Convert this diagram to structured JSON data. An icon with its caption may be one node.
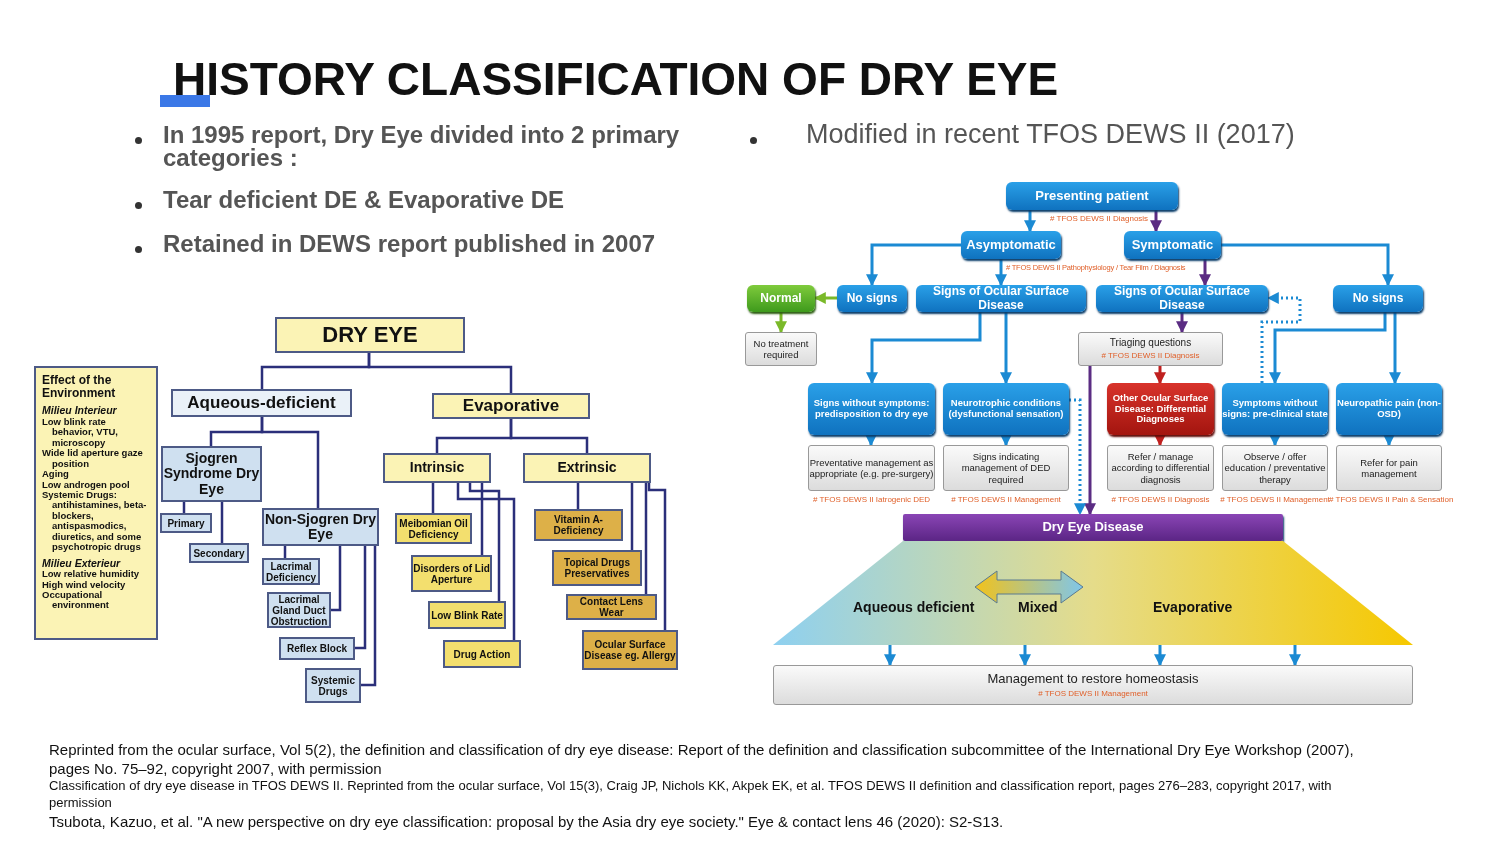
{
  "diagram": {
    "title": "HISTORY CLASSIFICATION OF DRY EYE",
    "nodes": [
      {
        "text": [
          "DRY EYE"
        ]
      },
      {
        "text": [
          "Aqueous-deficient"
        ]
      },
      {
        "text": [
          "Evaporative"
        ]
      },
      {
        "text": [
          "Sjogren Syndrome Dry Eye"
        ]
      },
      {
        "text": [
          "Non-Sjogren Dry Eye"
        ]
      },
      {
        "text": [
          "Primary"
        ]
      },
      {
        "text": [
          "Secondary"
        ]
      },
      {
        "text": [
          "Lacrimal Deficiency"
        ]
      },
      {
        "text": [
          "Lacrimal Gland Duct Obstruction"
        ]
      },
      {
        "text": [
          "Reflex Block"
        ]
      },
      {
        "text": [
          "Systemic Drugs"
        ]
      },
      {
        "text": [
          "Intrinsic"
        ]
      },
      {
        "text": [
          "Extrinsic"
        ]
      },
      {
        "text": [
          "Meibomian Oil Deficiency"
        ]
      },
      {
        "text": [
          "Disorders of Lid Aperture"
        ]
      },
      {
        "text": [
          "Low Blink Rate"
        ]
      },
      {
        "text": [
          "Drug Action"
        ]
      },
      {
        "text": [
          "Vitamin A-Deficiency"
        ]
      },
      {
        "text": [
          "Topical Drugs Preservatives"
        ]
      },
      {
        "text": [
          "Contact Lens Wear"
        ]
      },
      {
        "text": [
          "Ocular Surface Disease eg. Allergy"
        ]
      },
      {
        "text": [
          "Effect of the Environment",
          "Milieu Interieur",
          "Low blink rate behavior, VTU, microscopy",
          "Wide lid aperture gaze position",
          "Aging",
          "Low androgen pool",
          "Systemic Drugs: antihistamines, beta-blockers, antispasmodics, diuretics, and some psychotropic drugs",
          "Milieu Exterieur",
          "Low relative humidity",
          "High wind velocity",
          "Occupational environment"
        ]
      },
      {
        "text": [
          "Presenting patient"
        ],
        "beside": [
          "# TFOS DEWS II Diagnosis"
        ]
      },
      {
        "text": [
          "Asymptomatic"
        ],
        "beside": [
          "# TFOS DEWS II Pathophysiology / Tear Film / Diagnosis"
        ]
      },
      {
        "text": [
          "Symptomatic"
        ]
      },
      {
        "text": [
          "Normal"
        ]
      },
      {
        "text": [
          "No signs"
        ]
      },
      {
        "text": [
          "Signs of Ocular Surface Disease"
        ]
      },
      {
        "text": [
          "Signs of Ocular Surface Disease"
        ]
      },
      {
        "text": [
          "No signs"
        ]
      },
      {
        "text": [
          "No treatment required"
        ]
      },
      {
        "text": [
          "Triaging questions",
          "# TFOS DEWS II Diagnosis"
        ]
      },
      {
        "text": [
          "Signs without symptoms: predisposition to dry eye"
        ]
      },
      {
        "text": [
          "Neurotrophic conditions (dysfunctional sensation)"
        ]
      },
      {
        "text": [
          "Other Ocular Surface Disease: Differential Diagnoses"
        ]
      },
      {
        "text": [
          "Symptoms without signs: pre-clinical state"
        ]
      },
      {
        "text": [
          "Neuropathic pain (non-OSD)"
        ]
      },
      {
        "text": [
          "Preventative management as appropriate (e.g. pre-surgery)"
        ],
        "beside": [
          "# TFOS DEWS II Iatrogenic DED"
        ]
      },
      {
        "text": [
          "Signs indicating management of DED required"
        ],
        "beside": [
          "# TFOS DEWS II Management"
        ]
      },
      {
        "text": [
          "Refer / manage according to differential diagnosis"
        ],
        "beside": [
          "# TFOS DEWS II Diagnosis"
        ]
      },
      {
        "text": [
          "Observe / offer education / preventative therapy"
        ],
        "beside": [
          "# TFOS DEWS II Management"
        ]
      },
      {
        "text": [
          "Refer for pain management"
        ],
        "beside": [
          "# TFOS DEWS II Pain & Sensation"
        ]
      },
      {
        "text": [
          "Dry Eye Disease"
        ]
      },
      {
        "text": [
          "Aqueous deficient",
          "Mixed",
          "Evaporative"
        ]
      },
      {
        "text": [
          "Management to restore homeostasis",
          "# TFOS DEWS II Management"
        ]
      }
    ],
    "edges": [
      {
        "from": 0,
        "to": 1,
        "arrow": "none"
      },
      {
        "from": 0,
        "to": 2,
        "arrow": "none"
      },
      {
        "from": 1,
        "to": 3,
        "arrow": "none"
      },
      {
        "from": 1,
        "to": 4,
        "arrow": "none"
      },
      {
        "from": 3,
        "to": 5,
        "arrow": "none"
      },
      {
        "from": 3,
        "to": 6,
        "arrow": "none"
      },
      {
        "from": 4,
        "to": 7,
        "arrow": "none"
      },
      {
        "from": 4,
        "to": 8,
        "arrow": "none"
      },
      {
        "from": 4,
        "to": 9,
        "arrow": "none"
      },
      {
        "from": 4,
        "to": 10,
        "arrow": "none"
      },
      {
        "from": 2,
        "to": 11,
        "arrow": "none"
      },
      {
        "from": 2,
        "to": 12,
        "arrow": "none"
      },
      {
        "from": 11,
        "to": 13,
        "arrow": "none"
      },
      {
        "from": 11,
        "to": 14,
        "arrow": "none"
      },
      {
        "from": 11,
        "to": 15,
        "arrow": "none"
      },
      {
        "from": 11,
        "to": 16,
        "arrow": "none"
      },
      {
        "from": 12,
        "to": 17,
        "arrow": "none"
      },
      {
        "from": 12,
        "to": 18,
        "arrow": "none"
      },
      {
        "from": 12,
        "to": 19,
        "arrow": "none"
      },
      {
        "from": 12,
        "to": 20,
        "arrow": "none"
      },
      {
        "from": 22,
        "to": 23,
        "arrow": "to",
        "color": "#1b8ad3"
      },
      {
        "from": 22,
        "to": 24,
        "arrow": "to",
        "color": "#5b2c83"
      },
      {
        "from": 23,
        "to": 26,
        "arrow": "to",
        "color": "#1b8ad3"
      },
      {
        "from": 23,
        "to": 27,
        "arrow": "to",
        "color": "#1b8ad3"
      },
      {
        "from": 24,
        "to": 28,
        "arrow": "to",
        "color": "#5b2c83"
      },
      {
        "from": 24,
        "to": 29,
        "arrow": "to",
        "color": "#1b8ad3"
      },
      {
        "from": 26,
        "to": 25,
        "arrow": "to",
        "color": "#7ab929"
      },
      {
        "from": 25,
        "to": 30,
        "arrow": "to",
        "color": "#7ab929"
      },
      {
        "from": 27,
        "to": 32,
        "arrow": "to",
        "color": "#1b8ad3"
      },
      {
        "from": 27,
        "to": 33,
        "arrow": "to",
        "color": "#1b8ad3"
      },
      {
        "from": 28,
        "to": 31,
        "arrow": "to",
        "color": "#5b2c83"
      },
      {
        "from": 29,
        "to": 35,
        "arrow": "to",
        "color": "#1b8ad3"
      },
      {
        "from": 29,
        "to": 36,
        "arrow": "to",
        "color": "#1b8ad3"
      },
      {
        "from": 31,
        "to": 42,
        "arrow": "to",
        "color": "#5b2c83"
      },
      {
        "from": 31,
        "to": 34,
        "arrow": "to",
        "color": "#c0201f"
      },
      {
        "from": 35,
        "to": 28,
        "arrow": "to",
        "style": "dashed",
        "color": "#1b8ad3"
      },
      {
        "from": 33,
        "to": 42,
        "arrow": "to",
        "style": "dashed",
        "color": "#1b8ad3"
      },
      {
        "from": 32,
        "to": 37,
        "arrow": "to",
        "color": "#1b8ad3"
      },
      {
        "from": 33,
        "to": 38,
        "arrow": "to",
        "color": "#1b8ad3"
      },
      {
        "from": 34,
        "to": 39,
        "arrow": "to",
        "color": "#c0201f"
      },
      {
        "from": 35,
        "to": 40,
        "arrow": "to",
        "color": "#1b8ad3"
      },
      {
        "from": 36,
        "to": 41,
        "arrow": "to",
        "color": "#1b8ad3"
      },
      {
        "from": 43,
        "to": 44,
        "arrow": "to",
        "color": "#1b8ad3"
      },
      {
        "from": 43,
        "to": 44,
        "arrow": "to",
        "color": "#1b8ad3"
      },
      {
        "from": 43,
        "to": 44,
        "arrow": "to",
        "color": "#1b8ad3"
      },
      {
        "from": 43,
        "to": 44,
        "arrow": "to",
        "color": "#1b8ad3"
      }
    ],
    "labels": [
      "In 1995 report, Dry Eye divided into 2 primary categories :",
      "Tear deficient DE & Evaporative DE",
      "Retained in DEWS report published in 2007",
      "Modified in recent TFOS DEWS II (2017)",
      "Reprinted from the ocular surface, Vol 5(2), the definition and classification of dry eye disease: Report of the definition and classification subcommittee of the International Dry Eye Workshop (2007), pages No. 75–92, copyright 2007, with permission",
      "Classification of dry eye disease in TFOS DEWS II. Reprinted from the ocular surface, Vol 15(3), Craig JP, Nichols KK, Akpek EK, et al. TFOS DEWS II definition and classification report, pages 276–283, copyright 2017, with permission",
      "Tsubota, Kazuo, et al. \"A new perspective on dry eye classification: proposal by the Asia dry eye society.\" Eye & contact lens 46 (2020): S2-S13."
    ]
  }
}
